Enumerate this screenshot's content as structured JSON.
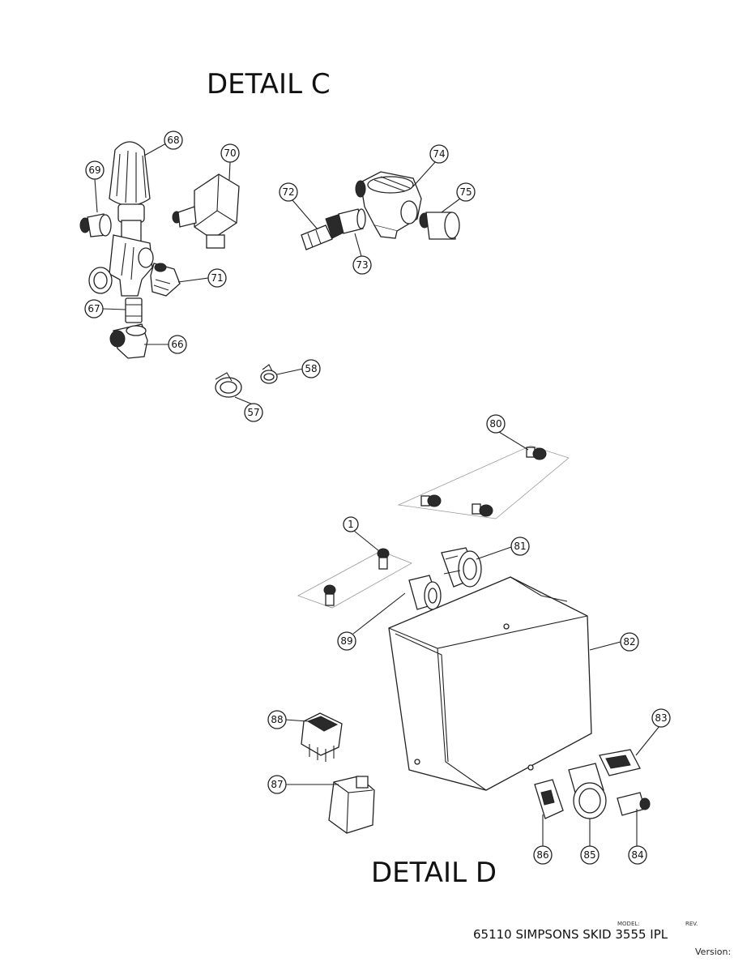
{
  "details": {
    "c": "DETAIL C",
    "d": "DETAIL D"
  },
  "callouts": [
    "68",
    "70",
    "69",
    "74",
    "72",
    "75",
    "71",
    "73",
    "67",
    "66",
    "58",
    "57",
    "80",
    "1",
    "81",
    "89",
    "82",
    "88",
    "83",
    "87",
    "86",
    "85",
    "84"
  ],
  "title_block": {
    "model_label": "MODEL:",
    "rev_label": "REV.",
    "model_name": "65110 SIMPSONS SKID 3555 IPL",
    "version_label": "Version:"
  }
}
